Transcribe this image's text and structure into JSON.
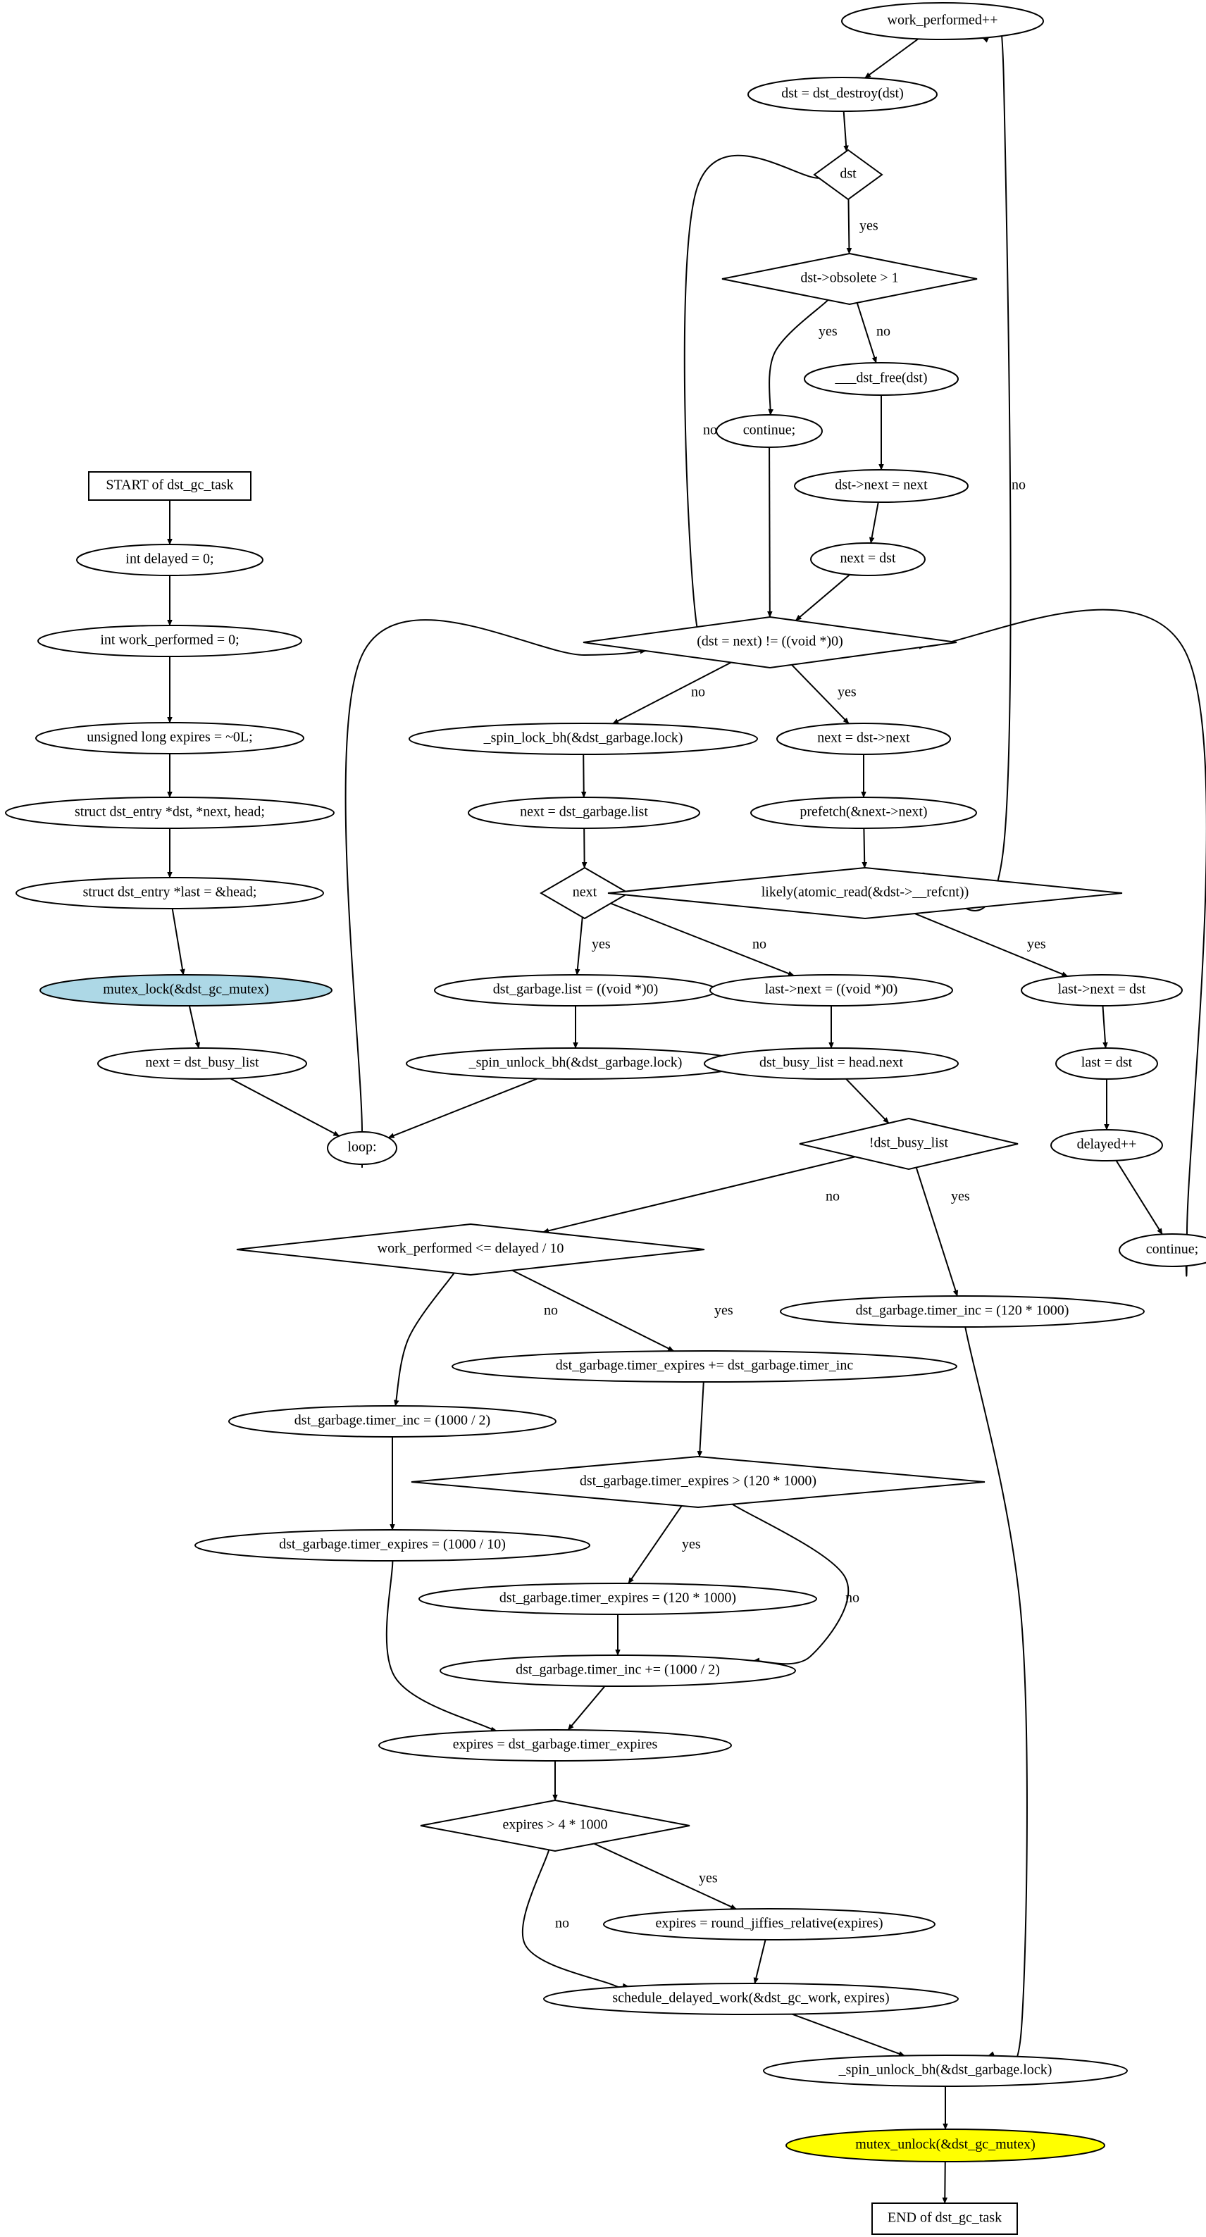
{
  "diagram": {
    "nodes": [
      {
        "id": "start",
        "shape": "box",
        "label": "START of dst_gc_task",
        "fill": "#ffffff"
      },
      {
        "id": "n_delayed",
        "shape": "ellipse",
        "label": "int    delayed = 0;",
        "fill": "#ffffff"
      },
      {
        "id": "n_work",
        "shape": "ellipse",
        "label": "int    work_performed = 0;",
        "fill": "#ffffff"
      },
      {
        "id": "n_expires",
        "shape": "ellipse",
        "label": "unsigned long expires = ~0L;",
        "fill": "#ffffff"
      },
      {
        "id": "n_struct1",
        "shape": "ellipse",
        "label": "struct dst_entry *dst, *next, head;",
        "fill": "#ffffff"
      },
      {
        "id": "n_struct2",
        "shape": "ellipse",
        "label": "struct dst_entry *last = &head;",
        "fill": "#ffffff"
      },
      {
        "id": "n_mutex_lock",
        "shape": "ellipse",
        "label": "mutex_lock(&dst_gc_mutex)",
        "fill": "#add8e6"
      },
      {
        "id": "n_next_busy",
        "shape": "ellipse",
        "label": "next = dst_busy_list",
        "fill": "#ffffff"
      },
      {
        "id": "n_loop",
        "shape": "ellipse",
        "label": "loop:",
        "fill": "#ffffff"
      },
      {
        "id": "n_work_inc",
        "shape": "ellipse",
        "label": "work_performed++",
        "fill": "#ffffff"
      },
      {
        "id": "n_destroy",
        "shape": "ellipse",
        "label": "dst = dst_destroy(dst)",
        "fill": "#ffffff"
      },
      {
        "id": "d_dst",
        "shape": "diamond",
        "label": "dst",
        "fill": "#ffffff"
      },
      {
        "id": "d_obsolete",
        "shape": "diamond",
        "label": "dst->obsolete > 1",
        "fill": "#ffffff"
      },
      {
        "id": "n_continue1",
        "shape": "ellipse",
        "label": "continue;",
        "fill": "#ffffff"
      },
      {
        "id": "n_free",
        "shape": "ellipse",
        "label": "___dst_free(dst)",
        "fill": "#ffffff"
      },
      {
        "id": "n_dst_next",
        "shape": "ellipse",
        "label": "dst->next = next",
        "fill": "#ffffff"
      },
      {
        "id": "n_next_dst",
        "shape": "ellipse",
        "label": "next = dst",
        "fill": "#ffffff"
      },
      {
        "id": "d_while",
        "shape": "diamond",
        "label": "(dst = next) != ((void *)0)",
        "fill": "#ffffff"
      },
      {
        "id": "n_spin_lock",
        "shape": "ellipse",
        "label": "_spin_lock_bh(&dst_garbage.lock)",
        "fill": "#ffffff"
      },
      {
        "id": "n_next_glist",
        "shape": "ellipse",
        "label": "next = dst_garbage.list",
        "fill": "#ffffff"
      },
      {
        "id": "d_next",
        "shape": "diamond",
        "label": "next",
        "fill": "#ffffff"
      },
      {
        "id": "n_glist_null",
        "shape": "ellipse",
        "label": "dst_garbage.list = ((void *)0)",
        "fill": "#ffffff"
      },
      {
        "id": "n_spin_unlock1",
        "shape": "ellipse",
        "label": "_spin_unlock_bh(&dst_garbage.lock)",
        "fill": "#ffffff"
      },
      {
        "id": "n_next_dstnext",
        "shape": "ellipse",
        "label": "next = dst->next",
        "fill": "#ffffff"
      },
      {
        "id": "n_prefetch",
        "shape": "ellipse",
        "label": "prefetch(&next->next)",
        "fill": "#ffffff"
      },
      {
        "id": "d_likely",
        "shape": "diamond",
        "label": "likely(atomic_read(&dst->__refcnt))",
        "fill": "#ffffff"
      },
      {
        "id": "n_last_next_null",
        "shape": "ellipse",
        "label": "last->next = ((void *)0)",
        "fill": "#ffffff"
      },
      {
        "id": "n_last_next_dst",
        "shape": "ellipse",
        "label": "last->next = dst",
        "fill": "#ffffff"
      },
      {
        "id": "n_busy_head",
        "shape": "ellipse",
        "label": "dst_busy_list = head.next",
        "fill": "#ffffff"
      },
      {
        "id": "n_last_dst",
        "shape": "ellipse",
        "label": "last = dst",
        "fill": "#ffffff"
      },
      {
        "id": "d_not_busy",
        "shape": "diamond",
        "label": "!dst_busy_list",
        "fill": "#ffffff"
      },
      {
        "id": "n_delayed_inc",
        "shape": "ellipse",
        "label": "delayed++",
        "fill": "#ffffff"
      },
      {
        "id": "n_continue2",
        "shape": "ellipse",
        "label": "continue;",
        "fill": "#ffffff"
      },
      {
        "id": "d_work_le",
        "shape": "diamond",
        "label": "work_performed <= delayed / 10",
        "fill": "#ffffff"
      },
      {
        "id": "n_timer_inc_120",
        "shape": "ellipse",
        "label": "dst_garbage.timer_inc = (120 * 1000)",
        "fill": "#ffffff"
      },
      {
        "id": "n_timer_exp_add",
        "shape": "ellipse",
        "label": "dst_garbage.timer_expires += dst_garbage.timer_inc",
        "fill": "#ffffff"
      },
      {
        "id": "n_timer_inc_half",
        "shape": "ellipse",
        "label": "dst_garbage.timer_inc = (1000 / 2)",
        "fill": "#ffffff"
      },
      {
        "id": "d_timer_gt",
        "shape": "diamond",
        "label": "dst_garbage.timer_expires > (120 * 1000)",
        "fill": "#ffffff"
      },
      {
        "id": "n_timer_exp_10",
        "shape": "ellipse",
        "label": "dst_garbage.timer_expires = (1000 / 10)",
        "fill": "#ffffff"
      },
      {
        "id": "n_timer_exp_120",
        "shape": "ellipse",
        "label": "dst_garbage.timer_expires = (120 * 1000)",
        "fill": "#ffffff"
      },
      {
        "id": "n_timer_inc_add",
        "shape": "ellipse",
        "label": "dst_garbage.timer_inc += (1000 / 2)",
        "fill": "#ffffff"
      },
      {
        "id": "n_expires_set",
        "shape": "ellipse",
        "label": "expires = dst_garbage.timer_expires",
        "fill": "#ffffff"
      },
      {
        "id": "d_expires_gt",
        "shape": "diamond",
        "label": "expires > 4 * 1000",
        "fill": "#ffffff"
      },
      {
        "id": "n_round",
        "shape": "ellipse",
        "label": "expires = round_jiffies_relative(expires)",
        "fill": "#ffffff"
      },
      {
        "id": "n_schedule",
        "shape": "ellipse",
        "label": "schedule_delayed_work(&dst_gc_work, expires)",
        "fill": "#ffffff"
      },
      {
        "id": "n_spin_unlock2",
        "shape": "ellipse",
        "label": "_spin_unlock_bh(&dst_garbage.lock)",
        "fill": "#ffffff"
      },
      {
        "id": "n_mutex_unlock",
        "shape": "ellipse",
        "label": "mutex_unlock(&dst_gc_mutex)",
        "fill": "#ffff00"
      },
      {
        "id": "end",
        "shape": "box",
        "label": "END of dst_gc_task",
        "fill": "#ffffff"
      }
    ],
    "edges": [
      {
        "from": "start",
        "to": "n_delayed",
        "label": ""
      },
      {
        "from": "n_delayed",
        "to": "n_work",
        "label": ""
      },
      {
        "from": "n_work",
        "to": "n_expires",
        "label": ""
      },
      {
        "from": "n_expires",
        "to": "n_struct1",
        "label": ""
      },
      {
        "from": "n_struct1",
        "to": "n_struct2",
        "label": ""
      },
      {
        "from": "n_struct2",
        "to": "n_mutex_lock",
        "label": ""
      },
      {
        "from": "n_mutex_lock",
        "to": "n_next_busy",
        "label": ""
      },
      {
        "from": "n_next_busy",
        "to": "n_loop",
        "label": ""
      },
      {
        "from": "n_loop",
        "to": "d_while",
        "label": ""
      },
      {
        "from": "n_work_inc",
        "to": "n_destroy",
        "label": ""
      },
      {
        "from": "n_destroy",
        "to": "d_dst",
        "label": ""
      },
      {
        "from": "d_dst",
        "to": "d_obsolete",
        "label": "yes"
      },
      {
        "from": "d_dst",
        "to": "d_while",
        "label": "no"
      },
      {
        "from": "d_obsolete",
        "to": "n_continue1",
        "label": "yes"
      },
      {
        "from": "d_obsolete",
        "to": "n_free",
        "label": "no"
      },
      {
        "from": "n_continue1",
        "to": "d_while",
        "label": ""
      },
      {
        "from": "n_free",
        "to": "n_dst_next",
        "label": ""
      },
      {
        "from": "n_dst_next",
        "to": "n_next_dst",
        "label": ""
      },
      {
        "from": "n_next_dst",
        "to": "d_while",
        "label": ""
      },
      {
        "from": "d_while",
        "to": "n_spin_lock",
        "label": "no"
      },
      {
        "from": "d_while",
        "to": "n_next_dstnext",
        "label": "yes"
      },
      {
        "from": "n_spin_lock",
        "to": "n_next_glist",
        "label": ""
      },
      {
        "from": "n_next_glist",
        "to": "d_next",
        "label": ""
      },
      {
        "from": "d_next",
        "to": "n_glist_null",
        "label": "yes"
      },
      {
        "from": "d_next",
        "to": "n_last_next_null",
        "label": "no"
      },
      {
        "from": "n_glist_null",
        "to": "n_spin_unlock1",
        "label": ""
      },
      {
        "from": "n_spin_unlock1",
        "to": "n_loop",
        "label": ""
      },
      {
        "from": "n_next_dstnext",
        "to": "n_prefetch",
        "label": ""
      },
      {
        "from": "n_prefetch",
        "to": "d_likely",
        "label": ""
      },
      {
        "from": "d_likely",
        "to": "n_work_inc",
        "label": "no"
      },
      {
        "from": "d_likely",
        "to": "n_last_next_dst",
        "label": "yes"
      },
      {
        "from": "n_last_next_dst",
        "to": "n_last_dst",
        "label": ""
      },
      {
        "from": "n_last_dst",
        "to": "n_delayed_inc",
        "label": ""
      },
      {
        "from": "n_delayed_inc",
        "to": "n_continue2",
        "label": ""
      },
      {
        "from": "n_continue2",
        "to": "d_while",
        "label": ""
      },
      {
        "from": "n_last_next_null",
        "to": "n_busy_head",
        "label": ""
      },
      {
        "from": "n_busy_head",
        "to": "d_not_busy",
        "label": ""
      },
      {
        "from": "d_not_busy",
        "to": "d_work_le",
        "label": "no"
      },
      {
        "from": "d_not_busy",
        "to": "n_timer_inc_120",
        "label": "yes"
      },
      {
        "from": "d_work_le",
        "to": "n_timer_inc_half",
        "label": "no"
      },
      {
        "from": "d_work_le",
        "to": "n_timer_exp_add",
        "label": "yes"
      },
      {
        "from": "n_timer_inc_half",
        "to": "n_timer_exp_10",
        "label": ""
      },
      {
        "from": "n_timer_exp_10",
        "to": "n_expires_set",
        "label": ""
      },
      {
        "from": "n_timer_exp_add",
        "to": "d_timer_gt",
        "label": ""
      },
      {
        "from": "d_timer_gt",
        "to": "n_timer_exp_120",
        "label": "yes"
      },
      {
        "from": "d_timer_gt",
        "to": "n_timer_inc_add",
        "label": "no"
      },
      {
        "from": "n_timer_exp_120",
        "to": "n_timer_inc_add",
        "label": ""
      },
      {
        "from": "n_timer_inc_add",
        "to": "n_expires_set",
        "label": ""
      },
      {
        "from": "n_expires_set",
        "to": "d_expires_gt",
        "label": ""
      },
      {
        "from": "d_expires_gt",
        "to": "n_round",
        "label": "yes"
      },
      {
        "from": "d_expires_gt",
        "to": "n_schedule",
        "label": "no"
      },
      {
        "from": "n_round",
        "to": "n_schedule",
        "label": ""
      },
      {
        "from": "n_schedule",
        "to": "n_spin_unlock2",
        "label": ""
      },
      {
        "from": "n_timer_inc_120",
        "to": "n_spin_unlock2",
        "label": ""
      },
      {
        "from": "n_spin_unlock2",
        "to": "n_mutex_unlock",
        "label": ""
      },
      {
        "from": "n_mutex_unlock",
        "to": "end",
        "label": ""
      }
    ]
  }
}
